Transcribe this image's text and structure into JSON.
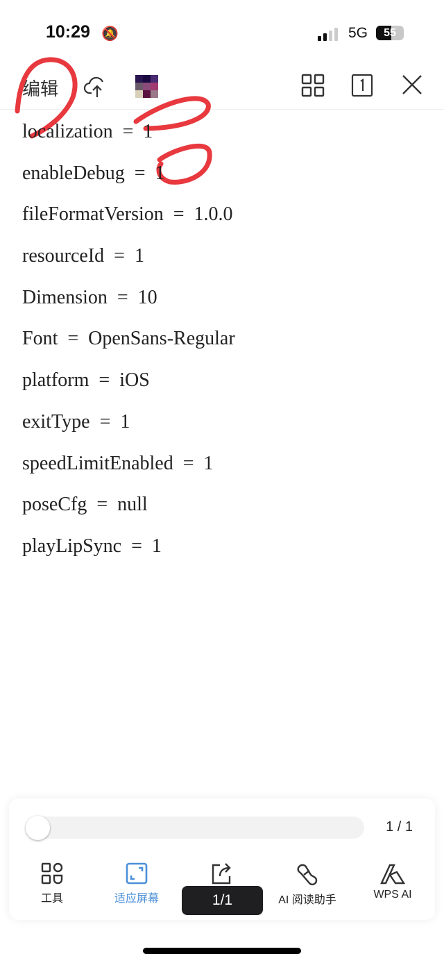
{
  "status": {
    "time": "10:29",
    "network": "5G",
    "battery": "55",
    "battery_level": 55,
    "bell_icon": "bell-slash-icon"
  },
  "toolbar": {
    "edit_label": "编辑",
    "thumb_colors": [
      "#2a1450",
      "#1a0a40",
      "#4a2a70",
      "#6a5a6a",
      "#8a4a7a",
      "#a03a70",
      "#d8d0b8",
      "#5a1040",
      "#9a7a8a"
    ]
  },
  "document": {
    "lines": [
      "localization  =  1",
      "enableDebug  =  1",
      "fileFormatVersion  =  1.0.0",
      "resourceId  =  1",
      "Dimension  =  10",
      "Font  =  OpenSans-Regular",
      "platform  =  iOS",
      "exitType  =  1",
      "speedLimitEnabled  =  1",
      "poseCfg  =  null",
      "playLipSync  =  1"
    ]
  },
  "bottom": {
    "page_indicator": "1 / 1",
    "progress": 0,
    "tabs": [
      {
        "label": "工具"
      },
      {
        "label": "适应屏幕"
      },
      {
        "label": ""
      },
      {
        "label": "AI 阅读助手"
      },
      {
        "label": "WPS AI"
      }
    ],
    "page_pill": "1/1",
    "accent": "#4a8fd8"
  },
  "annotation_color": "#e8393f"
}
